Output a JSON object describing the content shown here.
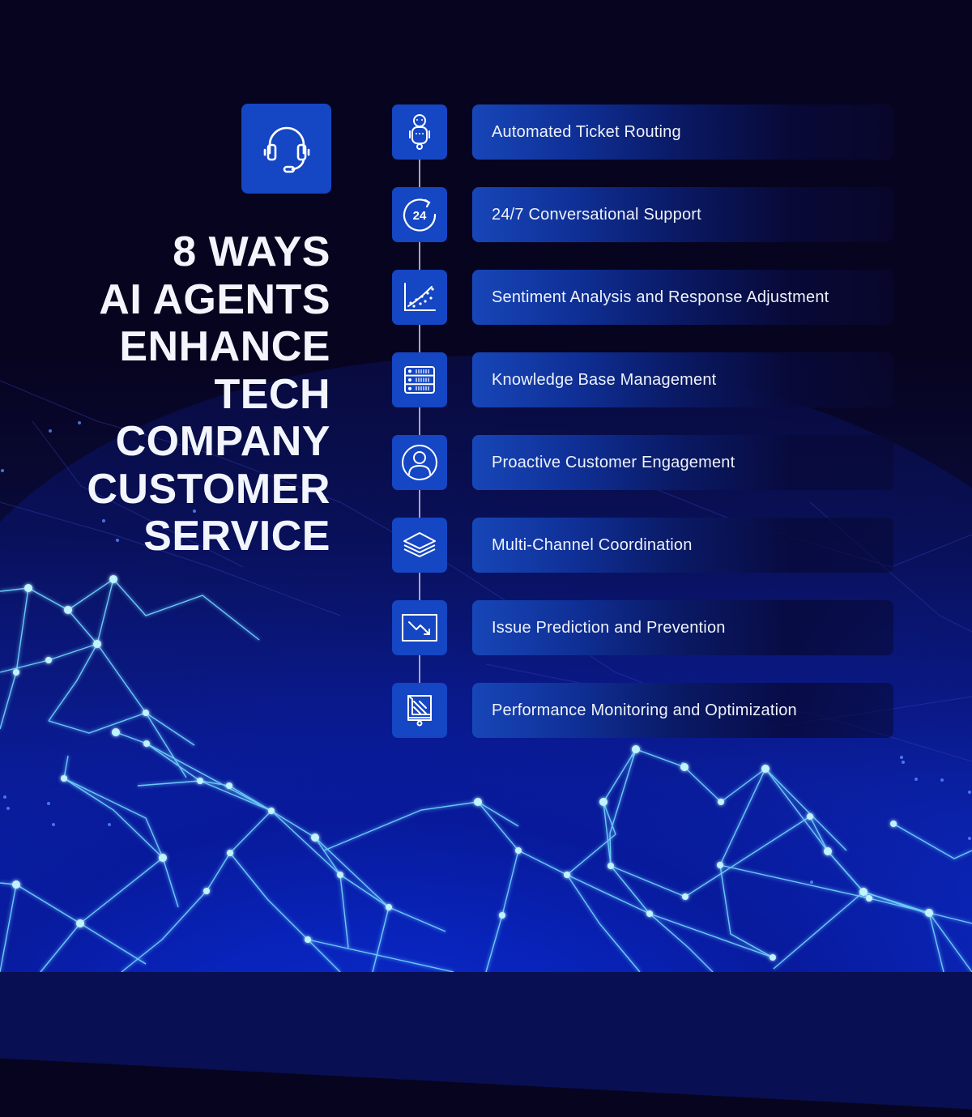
{
  "title": {
    "lines": [
      "8 WAYS",
      "AI AGENTS",
      "ENHANCE",
      "TECH",
      "COMPANY",
      "CUSTOMER",
      "SERVICE"
    ],
    "text": "8 WAYS\nAI AGENTS\nENHANCE\nTECH\nCOMPANY\nCUSTOMER\nSERVICE"
  },
  "hero_icon": "headset-icon",
  "colors": {
    "background": "#07041f",
    "accent_blue": "#1546c4",
    "text": "#f2f5fb",
    "timeline_line": "#a9a6c4",
    "network_glow": "#6fd3ff"
  },
  "items": [
    {
      "label": "Automated Ticket Routing",
      "icon": "robot-icon"
    },
    {
      "label": "24/7 Conversational Support",
      "icon": "clock-24-icon",
      "icon_text": "24"
    },
    {
      "label": "Sentiment Analysis and Response Adjustment",
      "icon": "scatter-chart-icon"
    },
    {
      "label": "Knowledge Base Management",
      "icon": "server-rack-icon"
    },
    {
      "label": "Proactive Customer Engagement",
      "icon": "user-circle-icon"
    },
    {
      "label": "Multi-Channel Coordination",
      "icon": "layers-icon"
    },
    {
      "label": "Issue Prediction and Prevention",
      "icon": "trend-down-chart-icon"
    },
    {
      "label": "Performance Monitoring and Optimization",
      "icon": "monitor-icon"
    }
  ]
}
